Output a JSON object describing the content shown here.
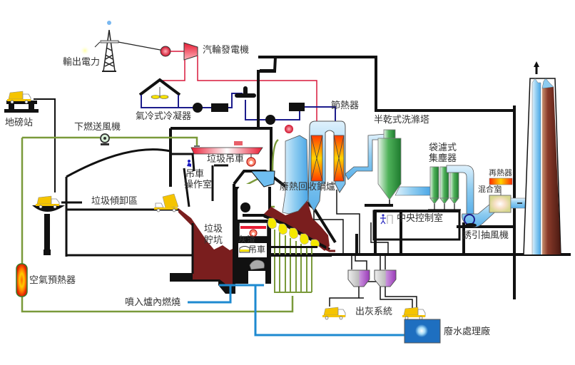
{
  "diagram": {
    "type": "process-flow",
    "subject": "waste incineration plant",
    "colors": {
      "structure": "#111111",
      "steam": "#d8183c",
      "water": "#1c1c8c",
      "combustion_air": "#7a9a3a",
      "waste_water": "#1e8ad0",
      "flue_gas": "#8ccbf0",
      "garbage": "#7a1e1e",
      "truck": "#f5c400",
      "scrubber": "#3aa24a",
      "ash_hopper": "#b070c8",
      "chimney_brown": "#6a2a1a"
    }
  },
  "labels": {
    "power_output": "輸出電力",
    "turbine_generator": "汽輪發電機",
    "air_cooled_condenser": "氣冷式冷凝器",
    "weighbridge": "地磅站",
    "underfire_fan": "下燃送風機",
    "garbage_crane": "垃圾吊車",
    "crane_operator_room_1": "吊車",
    "crane_operator_room_2": "操作室",
    "tipping_area": "垃圾傾卸區",
    "garbage_pit_1": "垃圾",
    "garbage_pit_2": "貯坑",
    "ash_crane_1": "灰渣",
    "ash_crane_2": "吊車",
    "waste_heat_boiler": "廢熱回收鍋爐",
    "economizer": "節熱器",
    "semi_dry_scrubber": "半乾式洗滌塔",
    "bag_filter_1": "袋濾式",
    "bag_filter_2": "集塵器",
    "reheater": "再熱器",
    "mixing_chamber": "混合室",
    "central_control_room": "中央控制室",
    "induced_draft_fan": "誘引抽風機",
    "air_preheater": "空氣預熱器",
    "injection_to_furnace": "噴入爐內燃燒",
    "ash_removal_system": "出灰系統",
    "wastewater_plant": "廢水處理廠"
  }
}
